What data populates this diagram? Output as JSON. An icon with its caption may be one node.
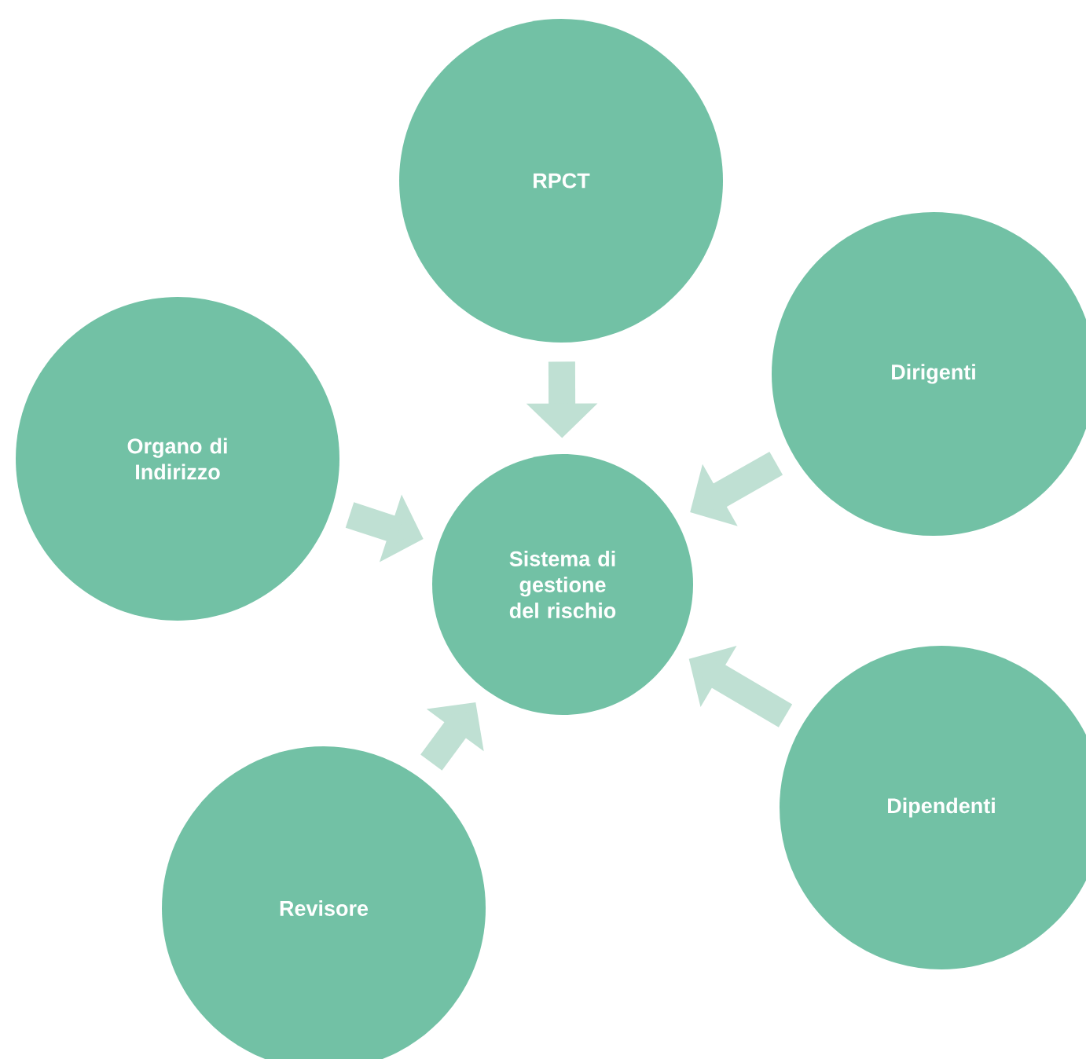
{
  "diagram": {
    "nodes": [
      {
        "text": [
          "RPCT"
        ]
      },
      {
        "text": [
          "Dirigenti"
        ]
      },
      {
        "text": [
          "Organo di Indirizzo"
        ]
      },
      {
        "text": [
          "Sistema di gestione del rischio"
        ]
      },
      {
        "text": [
          "Dipendenti"
        ]
      },
      {
        "text": [
          "Revisore"
        ]
      }
    ],
    "edges": [
      {
        "from": 0,
        "to": 3,
        "arrow": "to"
      },
      {
        "from": 1,
        "to": 3,
        "arrow": "to"
      },
      {
        "from": 2,
        "to": 3,
        "arrow": "to"
      },
      {
        "from": 4,
        "to": 3,
        "arrow": "to"
      },
      {
        "from": 5,
        "to": 3,
        "arrow": "to"
      }
    ]
  }
}
